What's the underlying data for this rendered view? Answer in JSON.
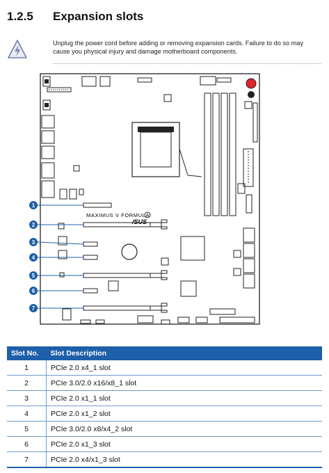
{
  "section": {
    "number": "1.2.5",
    "title": "Expansion slots"
  },
  "warning": {
    "text": "Unplug the power cord before adding or removing expansion cards. Failure to do so may cause you physical injury and damage motherboard components."
  },
  "board": {
    "model_label": "MAXIMUS V FORMULA",
    "brand_label": "/SUS",
    "callouts": [
      "1",
      "2",
      "3",
      "4",
      "5",
      "6",
      "7"
    ],
    "accent_color": "#1d5fa8",
    "red_button_color": "#e0262a"
  },
  "table": {
    "headers": {
      "no": "Slot No.",
      "desc": "Slot Description"
    },
    "rows": [
      {
        "no": "1",
        "desc": "PCIe 2.0 x4_1 slot"
      },
      {
        "no": "2",
        "desc": "PCIe 3.0/2.0 x16/x8_1 slot"
      },
      {
        "no": "3",
        "desc": "PCIe 2.0 x1_1 slot"
      },
      {
        "no": "4",
        "desc": "PCIe 2.0 x1_2 slot"
      },
      {
        "no": "5",
        "desc": "PCIe 3.0/2.0 x8/x4_2 slot"
      },
      {
        "no": "6",
        "desc": "PCIe 2.0 x1_3 slot"
      },
      {
        "no": "7",
        "desc": "PCIe 2.0 x4/x1_3 slot"
      }
    ]
  }
}
